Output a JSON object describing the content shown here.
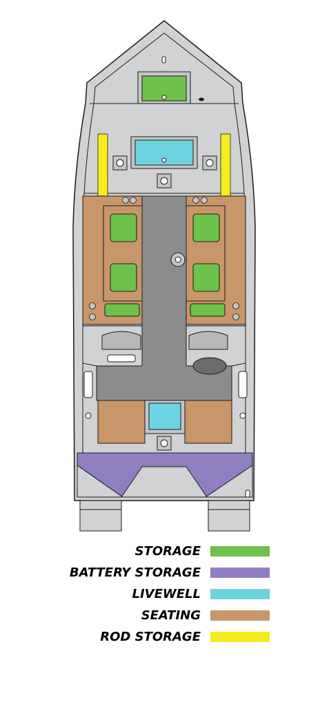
{
  "colors": {
    "hull": "#d0d2d3",
    "hull_dark": "#b6b8ba",
    "outline": "#1a1a1a",
    "floor": "#8a8c8e",
    "storage": "#6ec14a",
    "battery_storage": "#8f7fc2",
    "livewell": "#6ed3e0",
    "seating": "#c9966a",
    "rod_storage": "#f7ea1f"
  },
  "legend": [
    {
      "label": "STORAGE",
      "color": "#6ec14a"
    },
    {
      "label": "BATTERY STORAGE",
      "color": "#8f7fc2"
    },
    {
      "label": "LIVEWELL",
      "color": "#6ed3e0"
    },
    {
      "label": "SEATING",
      "color": "#c9966a"
    },
    {
      "label": "ROD STORAGE",
      "color": "#f7ea1f"
    }
  ]
}
